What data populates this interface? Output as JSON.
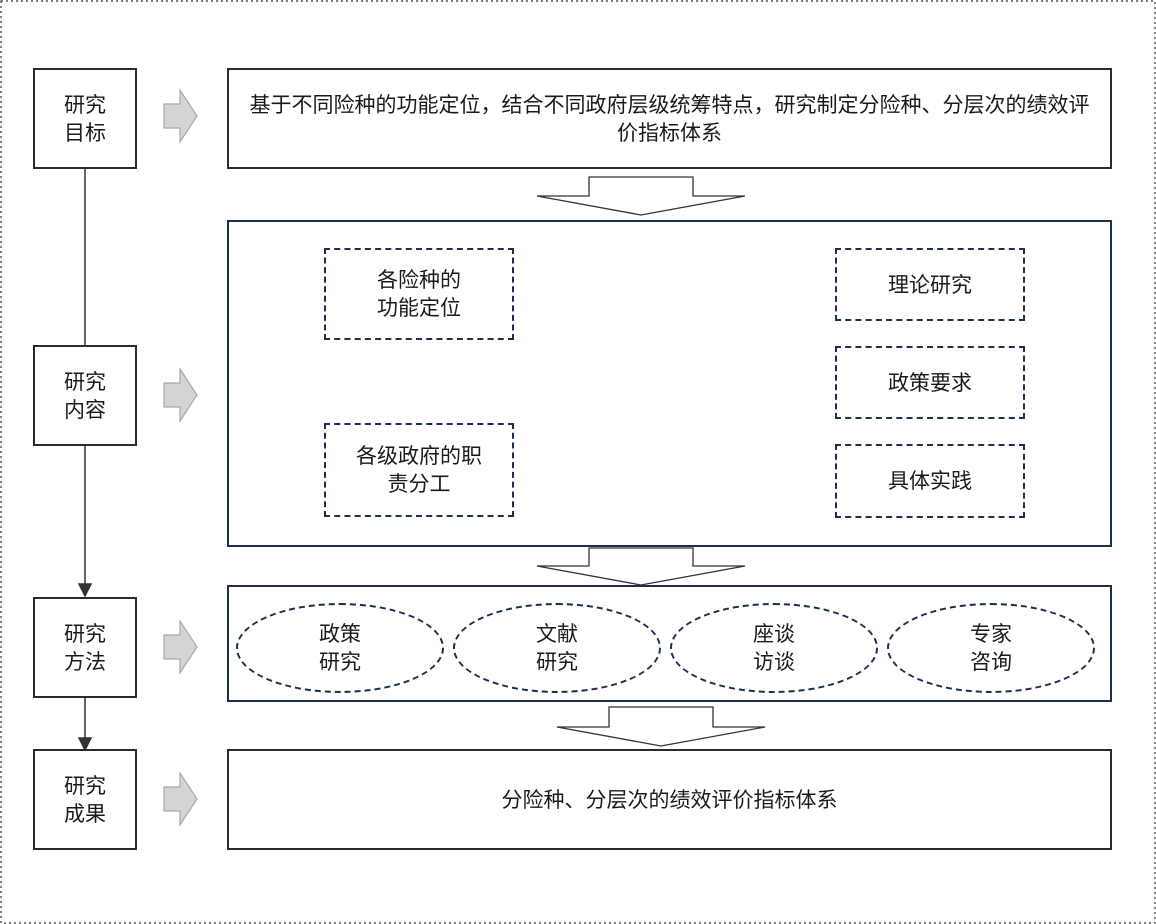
{
  "stages": [
    {
      "lines": [
        "研究",
        "目标"
      ]
    },
    {
      "lines": [
        "研究",
        "内容"
      ]
    },
    {
      "lines": [
        "研究",
        "方法"
      ]
    },
    {
      "lines": [
        "研究",
        "成果"
      ]
    }
  ],
  "goal": {
    "text": "基于不同险种的功能定位，结合不同政府层级统筹特点，研究制定分险种、分层次的绩效评价指标体系"
  },
  "content": {
    "left": [
      {
        "lines": [
          "各险种的",
          "功能定位"
        ]
      },
      {
        "lines": [
          "各级政府的职",
          "责分工"
        ]
      }
    ],
    "right": [
      "理论研究",
      "政策要求",
      "具体实践"
    ]
  },
  "methods": [
    {
      "lines": [
        "政策",
        "研究"
      ]
    },
    {
      "lines": [
        "文献",
        "研究"
      ]
    },
    {
      "lines": [
        "座谈",
        "访谈"
      ]
    },
    {
      "lines": [
        "专家",
        "咨询"
      ]
    }
  ],
  "result": {
    "text": "分险种、分层次的绩效评价指标体系"
  }
}
